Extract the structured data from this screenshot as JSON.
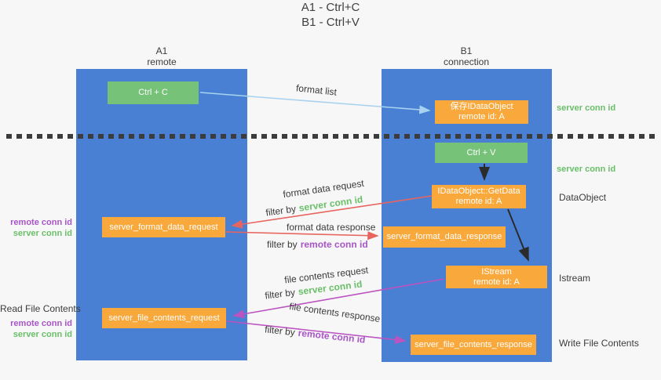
{
  "title": {
    "line1": "A1 - Ctrl+C",
    "line2": "B1 - Ctrl+V"
  },
  "lifelines": {
    "a1": {
      "name": "A1",
      "role": "remote"
    },
    "b1": {
      "name": "B1",
      "role": "connection"
    }
  },
  "nodes": {
    "ctrl_c": "Ctrl + C",
    "ctrl_v": "Ctrl + V",
    "save_dataobject_line1": "保存IDataObject",
    "save_dataobject_line2": "remote id: A",
    "getdata_line1": "IDataObject::GetData",
    "getdata_line2": "remote id: A",
    "istream_line1": "IStream",
    "istream_line2": "remote id: A",
    "server_format_data_request": "server_format_data_request",
    "server_format_data_response": "server_format_data_response",
    "server_file_contents_request": "server_file_contents_request",
    "server_file_contents_response": "server_file_contents_response"
  },
  "arrow_labels": {
    "format_list": "format list",
    "format_data_request": "format data request",
    "format_data_response": "format data response",
    "file_contents_request": "file contents request",
    "file_contents_response": "file contents response",
    "filter_by": "filter by",
    "server_conn_id": "server conn id",
    "remote_conn_id": "remote conn id"
  },
  "annotations": {
    "right_server_conn_id_top": "server conn id",
    "right_server_conn_id_mid": "server conn id",
    "dataobject": "DataObject",
    "istream": "Istream",
    "write_file_contents": "Write File Contents",
    "left_remote_conn_id_top": "remote conn id",
    "left_server_conn_id_top": "server conn id",
    "read_file_contents": "Read File Contents",
    "left_remote_conn_id_bottom": "remote conn id",
    "left_server_conn_id_bottom": "server conn id"
  },
  "colors": {
    "lifeline_blue": "#4a80d4",
    "node_green": "#77c279",
    "node_orange": "#f9a83c",
    "arrow_lightblue": "#a8d2ef",
    "arrow_red": "#e8655f",
    "arrow_magenta": "#bb53c0",
    "arrow_black": "#2b2b2b",
    "text_green": "#6abf69",
    "text_purple": "#a855c8",
    "text_dark": "#3b3b3b",
    "background": "#f7f7f7"
  }
}
